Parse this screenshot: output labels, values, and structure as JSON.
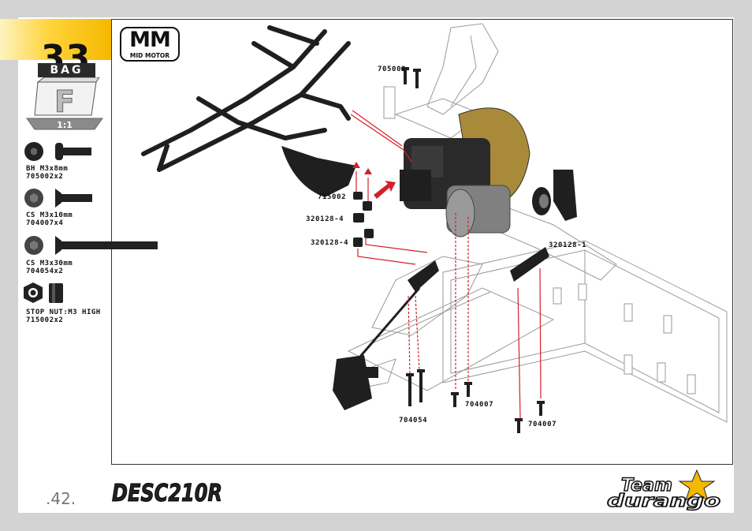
{
  "step": {
    "number": "33"
  },
  "bag": {
    "label": "BAG",
    "letter": "F",
    "scale": "1:1"
  },
  "badge": {
    "big": "MM",
    "small": "MID MOTOR"
  },
  "parts": [
    {
      "name": "BH M3x8mm",
      "code": "705002x2",
      "icon": "button-head-screw-icon"
    },
    {
      "name": "CS M3x10mm",
      "code": "704007x4",
      "icon": "countersunk-screw-icon"
    },
    {
      "name": "CS M3x30mm",
      "code": "704054x2",
      "icon": "long-countersunk-screw-icon"
    },
    {
      "name": "STOP NUT:M3 HIGH",
      "code": "715002x2",
      "icon": "stop-nut-icon"
    }
  ],
  "callouts": {
    "c705002": "705002",
    "c715002": "715002",
    "c320128a": "320128-4",
    "c320128b": "320128-4",
    "c320128_1": "320128-1",
    "c704054": "704054",
    "c704007a": "704007",
    "c704007b": "704007"
  },
  "footer": {
    "page": ".42.",
    "brand": "DESC210R",
    "team_line1": "Team",
    "team_line2": "durango"
  },
  "colors": {
    "accent": "#f5b800",
    "callout_line": "#d4202a",
    "frame": "#333333"
  }
}
